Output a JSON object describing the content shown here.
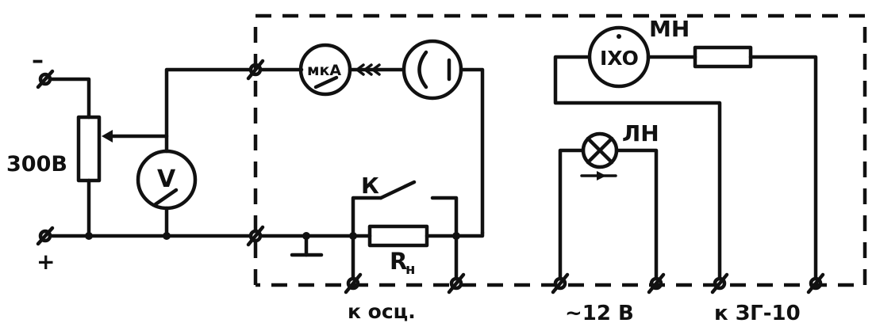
{
  "labels": {
    "minus": "–",
    "plus": "+",
    "source_voltage": "300В",
    "voltmeter": "V",
    "microammeter": "мкА",
    "switch": "К",
    "load_resistor_main": "R",
    "load_resistor_sub": "н",
    "microwave_generator": "МН",
    "generator_symbol": "IXO",
    "lamp": "ЛН",
    "out_oscilloscope": "к осц.",
    "out_12v": "~12 В",
    "out_zg10": "к ЗГ-10"
  }
}
